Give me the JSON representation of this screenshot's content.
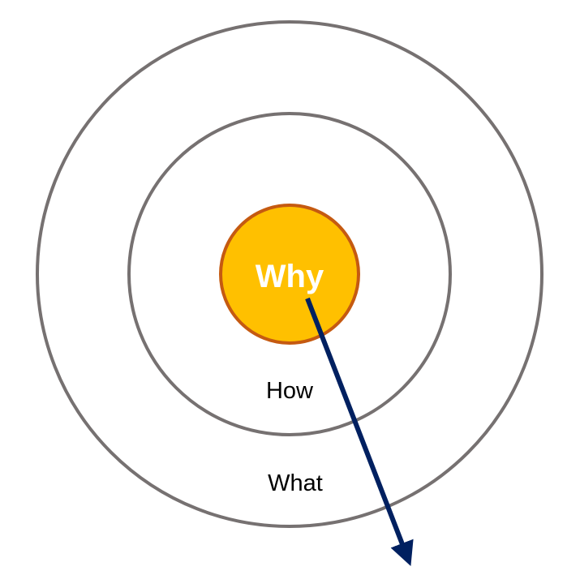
{
  "diagram": {
    "labels": {
      "core": "Why",
      "middle": "How",
      "outer": "What"
    },
    "colors": {
      "ring_stroke": "#767171",
      "core_fill": "#FFC000",
      "core_stroke": "#C55A11",
      "core_text": "#FFFFFF",
      "ring_text": "#000000",
      "arrow": "#002060"
    }
  }
}
